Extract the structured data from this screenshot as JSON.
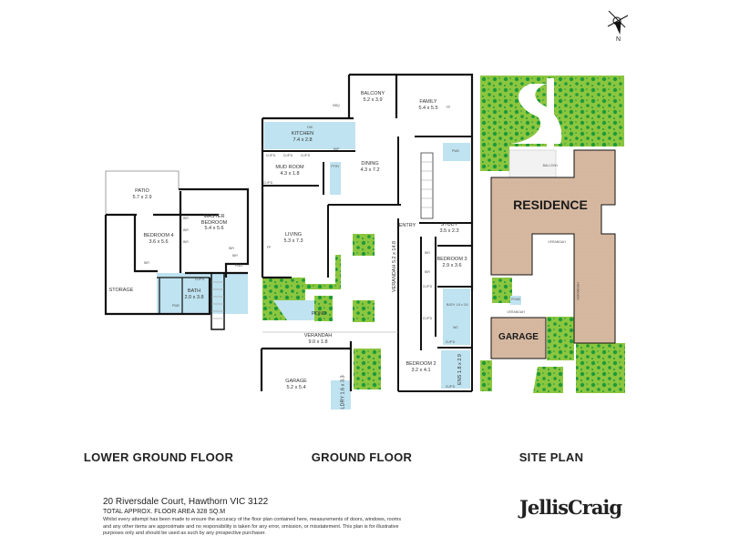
{
  "compass": {
    "label": "N"
  },
  "lower_ground": {
    "title": "LOWER GROUND FLOOR",
    "rooms": [
      {
        "name": "PATIO",
        "dims": "5.7 x 2.9"
      },
      {
        "name": "MASTER BEDROOM",
        "dims": "5.4 x 5.6"
      },
      {
        "name": "BEDROOM 4",
        "dims": "3.6 x 5.6"
      },
      {
        "name": "STORAGE",
        "dims": ""
      },
      {
        "name": "BATH",
        "dims": "2.0 x 3.8"
      }
    ],
    "labels": {
      "br1": "BIR",
      "br2": "BIR",
      "wir": "BIR",
      "pwd": "PWD",
      "pwd2": "PWD",
      "cupd": "CUP'D",
      "bir_a": "BIR",
      "bir_b": "BIR",
      "bir_c": "BIR"
    }
  },
  "ground": {
    "title": "GROUND FLOOR",
    "rooms": [
      {
        "name": "BALCONY",
        "dims": "5.2 x 3.9"
      },
      {
        "name": "FAMILY",
        "dims": "5.4 x 5.5"
      },
      {
        "name": "KITCHEN",
        "dims": "7.4 x 2.8"
      },
      {
        "name": "MUD ROOM",
        "dims": "4.3 x 1.8"
      },
      {
        "name": "DINING",
        "dims": "4.3 x 7.2"
      },
      {
        "name": "LIVING",
        "dims": "5.3 x 7.3"
      },
      {
        "name": "STUDY",
        "dims": "3.5 x 2.3"
      },
      {
        "name": "BEDROOM 3",
        "dims": "2.9 x 3.6"
      },
      {
        "name": "VERANDAH",
        "dims": "5.2 x 14.8"
      },
      {
        "name": "VERANDAH",
        "dims": "9.0 x 1.8"
      },
      {
        "name": "GARAGE",
        "dims": "5.2 x 5.4"
      },
      {
        "name": "BEDROOM 2",
        "dims": "3.2 x 4.1"
      },
      {
        "name": "ENS",
        "dims": "1.8 x 2.9"
      },
      {
        "name": "LDRY",
        "dims": "1.6 x 3.3"
      },
      {
        "name": "BATH",
        "dims": "1.8 x 3.8"
      }
    ],
    "labels": {
      "entry": "ENTRY",
      "pond": "POND",
      "fp1": "FP",
      "fp2": "FP",
      "dw": "DW",
      "wip": "WIP",
      "pwd": "PWD",
      "wc": "WC",
      "bbq": "BBQ",
      "ptry": "PTRY",
      "cupd1": "CUP'D",
      "cupd2": "CUP'D",
      "cupd3": "CUP'D",
      "cupd4": "CUP'D",
      "cupd5": "CUP'D",
      "cupd6": "CUP'D",
      "cupd7": "CUP'D",
      "cupd8": "CUP'D",
      "bir1": "BIR",
      "bir2": "BIR"
    }
  },
  "site": {
    "title": "SITE PLAN",
    "residence": "RESIDENCE",
    "garage": "GARAGE",
    "balcony": "BALCONY",
    "verandah1": "VERANDAH",
    "verandah2": "VERANDAH",
    "verandah3": "VERANDAH",
    "pond": "POND"
  },
  "footer": {
    "address": "20 Riversdale Court, Hawthorn VIC 3122",
    "area": "TOTAL APPROX. FLOOR AREA 328 SQ.M",
    "disclaimer": "Whilst every attempt has been made to ensure the accuracy of the floor plan contained here, measurements of doors, windows, rooms and any other items are approximate and no responsibility is taken for any error, omission, or misstatement. This plan is for illustrative purposes only and should be used as such by any prospective purchaser.",
    "brand": "JellisCraig"
  },
  "colors": {
    "garden": "#8cc63f",
    "tree": "#1e9a3a",
    "wet": "#bfe3f0",
    "residence": "#d6b8a0",
    "wall": "#111111"
  }
}
